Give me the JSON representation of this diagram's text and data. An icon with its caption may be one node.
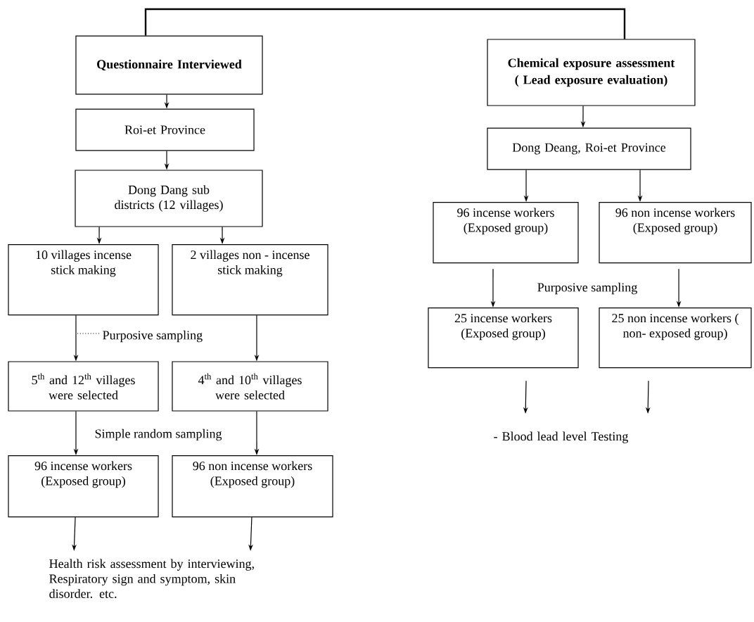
{
  "diagram": {
    "nodes": [
      {
        "text": [
          "Questionnaire Interviewed"
        ]
      },
      {
        "text": [
          "Roi-et Province"
        ]
      },
      {
        "text": [
          "Dong Dang sub districts (12 villages)"
        ]
      },
      {
        "text": [
          "10 villages incense stick making"
        ]
      },
      {
        "text": [
          "2 villages non - incense stick making"
        ]
      },
      {
        "text": [
          "5$^{th}$ and 12$^{th}$ villages were selected"
        ]
      },
      {
        "text": [
          "4$^{th}$ and 10$^{th}$ villages were selected"
        ]
      },
      {
        "text": [
          "96 incense workers (Exposed group)"
        ]
      },
      {
        "text": [
          "96 non incense workers (Exposed group)"
        ]
      },
      {
        "text": [
          "Health risk assessment by interviewing, Respiratory sign and symptom, skin disorder. etc."
        ]
      },
      {
        "text": [
          "Chemical exposure assessment ( Lead exposure evaluation)"
        ]
      },
      {
        "text": [
          "Dong Deang, Roi-et Province"
        ]
      },
      {
        "text": [
          "96 incense workers (Exposed group)"
        ]
      },
      {
        "text": [
          "96 non incense workers (Exposed group)"
        ]
      },
      {
        "text": [
          "25 incense workers (Exposed group)"
        ]
      },
      {
        "text": [
          "25 non incense workers ( non- exposed group)"
        ]
      },
      {
        "text": [
          "- Blood lead level Testing"
        ]
      }
    ],
    "edges": [
      {
        "from": 0,
        "to": 10,
        "arrow": "none"
      },
      {
        "from": 0,
        "to": 1,
        "arrow": "to"
      },
      {
        "from": 1,
        "to": 2,
        "arrow": "to"
      },
      {
        "from": 2,
        "to": 3,
        "arrow": "to"
      },
      {
        "from": 2,
        "to": 4,
        "arrow": "to"
      },
      {
        "from": 3,
        "to": 5,
        "arrow": "to",
        "label": "Purposive sampling"
      },
      {
        "from": 4,
        "to": 6,
        "arrow": "to"
      },
      {
        "from": 5,
        "to": 7,
        "arrow": "to"
      },
      {
        "from": 6,
        "to": 8,
        "arrow": "to"
      },
      {
        "from": 7,
        "to": 9,
        "arrow": "to"
      },
      {
        "from": 8,
        "to": 9,
        "arrow": "to"
      },
      {
        "from": 10,
        "to": 11,
        "arrow": "to"
      },
      {
        "from": 11,
        "to": 12,
        "arrow": "to"
      },
      {
        "from": 11,
        "to": 13,
        "arrow": "to"
      },
      {
        "from": 12,
        "to": 14,
        "arrow": "to"
      },
      {
        "from": 13,
        "to": 15,
        "arrow": "to"
      },
      {
        "from": 14,
        "to": 16,
        "arrow": "to"
      },
      {
        "from": 15,
        "to": 16,
        "arrow": "to"
      }
    ],
    "labels": [
      "Simple random sampling",
      "Purposive sampling"
    ]
  }
}
